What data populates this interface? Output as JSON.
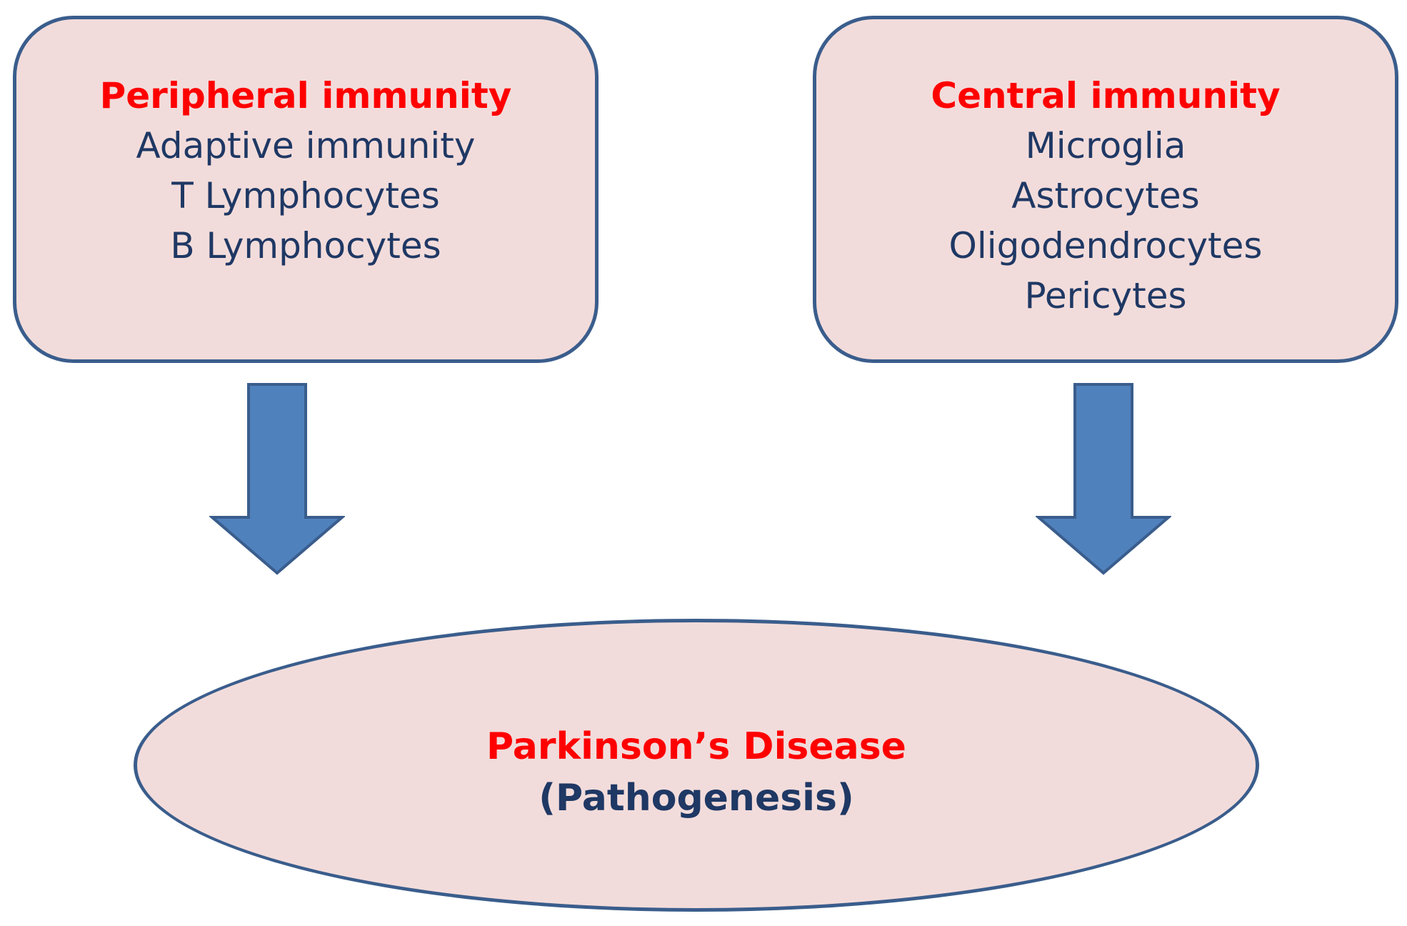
{
  "peripheral": {
    "heading": "Peripheral immunity",
    "items": [
      "Adaptive immunity",
      "T Lymphocytes",
      "B Lymphocytes"
    ]
  },
  "central": {
    "heading": "Central immunity",
    "items": [
      "Microglia",
      "Astrocytes",
      "Oligodendrocytes",
      "Pericytes"
    ]
  },
  "outcome": {
    "title": "Parkinson’s Disease",
    "subtitle": "(Pathogenesis)"
  },
  "colors": {
    "box_fill": "#f2dcdb",
    "box_border": "#3a5d8c",
    "heading_text": "#ff0000",
    "body_text": "#1f3864",
    "arrow_fill": "#4f81bd",
    "arrow_stroke": "#3a5d8c"
  },
  "icons": {
    "arrows": "down-arrow"
  }
}
